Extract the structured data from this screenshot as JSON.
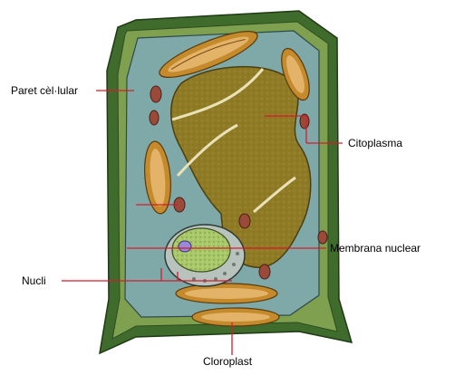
{
  "labels": {
    "cell_wall": "Paret cèl·lular",
    "cytoplasm": "Citoplasma",
    "nuclear_membrane": "Membrana nuclear",
    "nucleus": "Nucli",
    "chloroplast": "Cloroplast"
  },
  "colors": {
    "cell_wall": "#3f6b2d",
    "cell_wall_light": "#7ea04f",
    "cytoplasm": "#7fa9a8",
    "vacuole": "#8f7a25",
    "chloroplast_outer": "#c48a2b",
    "chloroplast_inner": "#e3b36a",
    "nucleus": "#a8c86a",
    "nucleolus": "#9a88d8",
    "mitochondria": "#9b4a3a",
    "leader_line": "#d81b2c"
  }
}
